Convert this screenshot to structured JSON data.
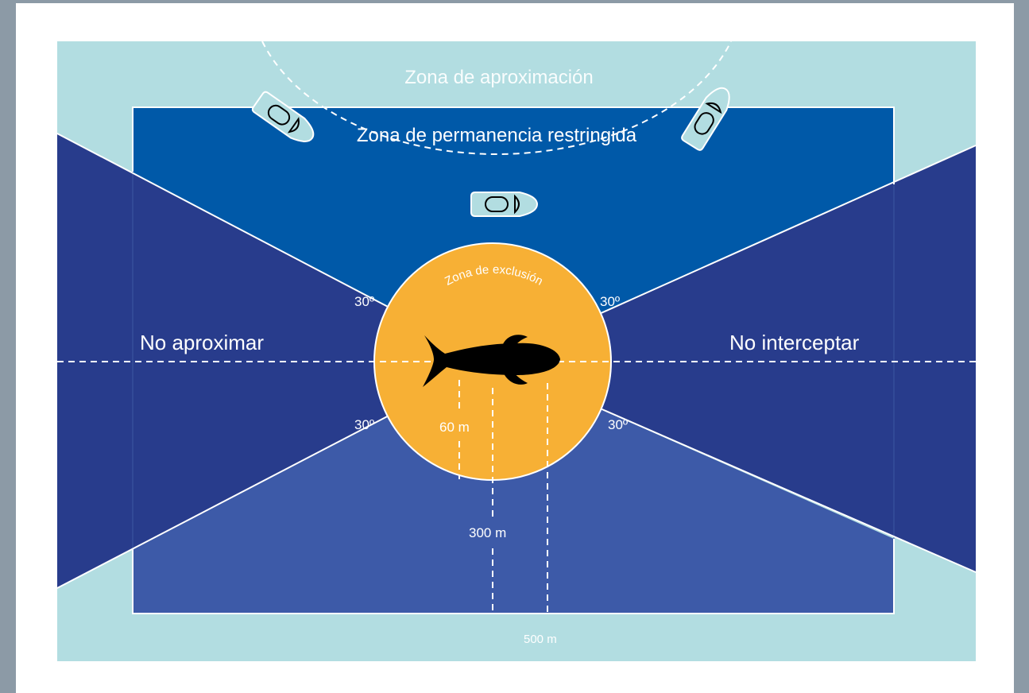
{
  "labels": {
    "approach_zone": "Zona de aproximación",
    "restricted_zone": "Zona de permanencia restringida",
    "exclusion_zone": "Zona de exclusión",
    "no_approach": "No aproximar",
    "no_intercept": "No interceptar",
    "angle_top_left": "30º",
    "angle_top_right": "30º",
    "angle_bottom_left": "30º",
    "angle_bottom_right": "30º",
    "dist_60": "60 m",
    "dist_300": "300 m",
    "dist_500": "500 m"
  },
  "colors": {
    "page_border": "#8c9aa6",
    "approach_zone": "#b2dde1",
    "restricted_zone": "#0059a8",
    "side_wedges": "#283c8c",
    "rear_wedge": "#3d5aa8",
    "exclusion_zone": "#f7b035",
    "whale": "#000000",
    "boat": "#b2dde1"
  },
  "icons": [
    "boat-icon",
    "whale-icon"
  ]
}
